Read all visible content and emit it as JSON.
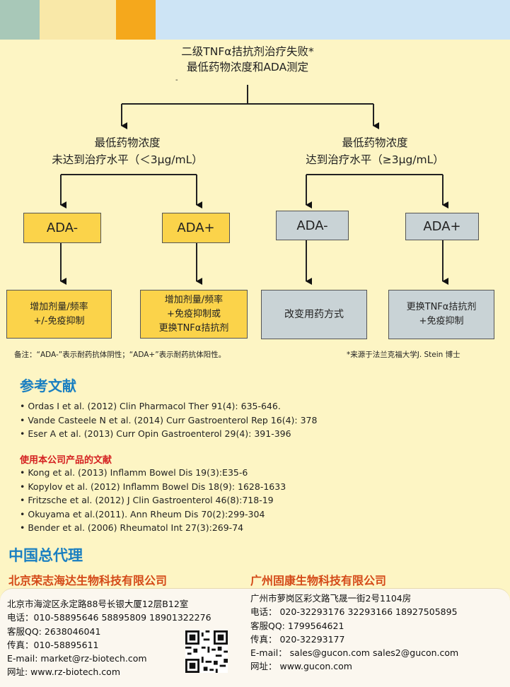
{
  "header_colors": [
    "#a8c8b8",
    "#f9e8a8",
    "#fbd34a",
    "#f5a81c",
    "#cde4f5"
  ],
  "flow": {
    "top_line1": "二级TNFα拮抗剂治疗失败*",
    "top_line2": "最低药物浓度和ADA测定",
    "top_mark": "-",
    "left_branch_line1": "最低药物浓度",
    "left_branch_line2": "未达到治疗水平（＜3μg/mL）",
    "right_branch_line1": "最低药物浓度",
    "right_branch_line2": "达到治疗水平（≥3μg/mL）",
    "box1": "ADA-",
    "box2": "ADA+",
    "box3": "ADA-",
    "box4": "ADA+",
    "result1_line1": "增加剂量/频率",
    "result1_line2": "+/-免疫抑制",
    "result2_line1": "增加剂量/频率",
    "result2_line2": "+免疫抑制或",
    "result2_line3": "更换TNFα拮抗剂",
    "result3": "改变用药方式",
    "result4_line1": "更换TNFα拮抗剂",
    "result4_line2": "+免疫抑制",
    "note_left": "备注：“ADA-”表示耐药抗体阴性；“ADA+”表示耐药抗体阳性。",
    "note_right": "*来源于法兰克福大学J. Stein 博士"
  },
  "references": {
    "title": "参考文献",
    "items": [
      "Ordas I et al. (2012) Clin Pharmacol Ther 91(4): 635-646.",
      "Vande Casteele N et al. (2014) Curr Gastroenterol Rep 16(4): 378",
      "Eser A et al. (2013) Curr Opin Gastroenterol 29(4): 391-396"
    ],
    "product_title": "使用本公司产品的文献",
    "product_items": [
      "Kong et al. (2013) Inflamm Bowel Dis 19(3):E35-6",
      "Kopylov et al. (2012) Inflamm Bowel Dis 18(9): 1628-1633",
      "Fritzsche et al. (2012) J Clin Gastroenterol 46(8):718-19",
      "Okuyama et al.(2011). Ann Rheum Dis 70(2):299-304",
      "Bender et al. (2006) Rheumatol Int 27(3):269-74"
    ]
  },
  "agents": {
    "title": "中国总代理",
    "left": {
      "name": "北京荣志海达生物科技有限公司",
      "lines": [
        "北京市海淀区永定路88号长银大厦12层B12室",
        "电话：010-58895646   58895809  18901322276",
        "客服QQ: 2638046041",
        "传真：010-58895611",
        "E-mail:   market@rz-biotech.com",
        "网址: www.rz-biotech.com"
      ]
    },
    "right": {
      "name": "广州固康生物科技有限公司",
      "lines": [
        "广州市萝岗区彩文路飞晟一街2号1104房",
        "电话：  020-32293176   32293166 18927505895",
        "客服QQ: 1799564621",
        "传真：  020-32293177",
        "E-mail：  sales@gucon.com  sales2@gucon.com",
        "网址：  www.gucon.com"
      ]
    }
  }
}
